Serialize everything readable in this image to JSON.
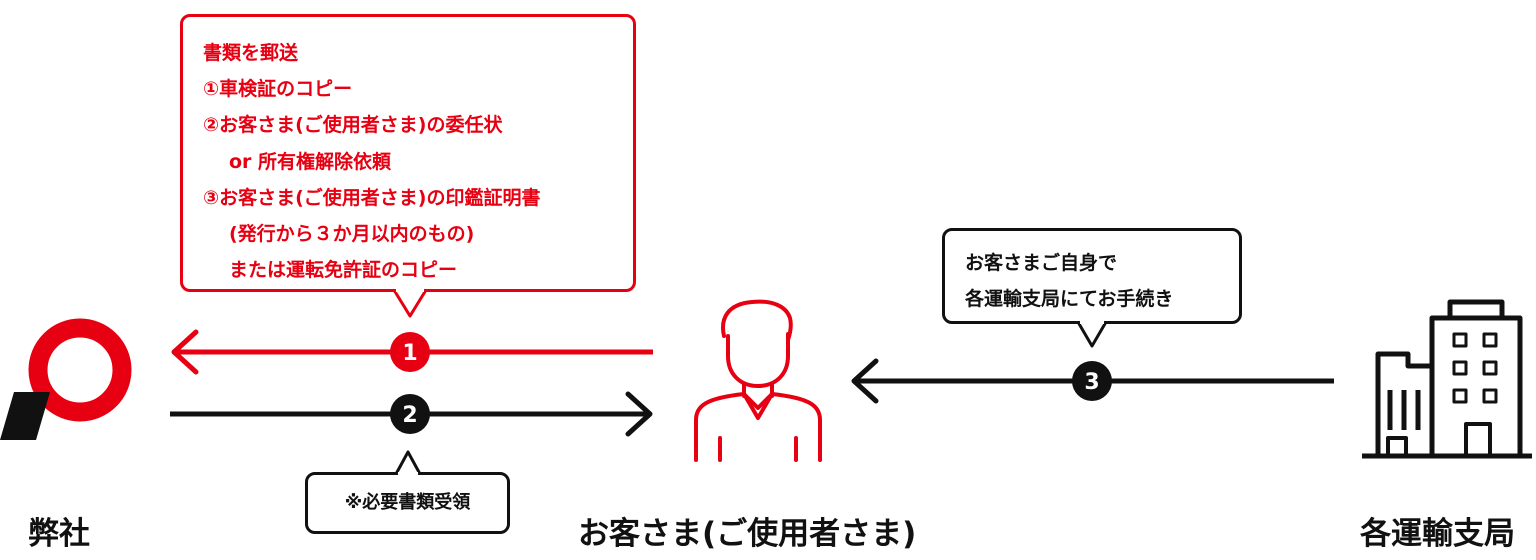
{
  "company": {
    "label": "弊社"
  },
  "customer": {
    "label": "お客さま(ご使用者さま)"
  },
  "bureau": {
    "label": "各運輸支局"
  },
  "callout_send": {
    "lines": [
      "書類を郵送",
      "①車検証のコピー",
      "②お客さま(ご使用者さま)の委任状",
      "or 所有権解除依頼",
      "③お客さま(ご使用者さま)の印鑑証明書",
      "(発行から３か月以内のもの)",
      "または運転免許証のコピー"
    ]
  },
  "callout_receive": {
    "text": "※必要書類受領"
  },
  "callout_procedure": {
    "lines": [
      "お客さまご自身で",
      "各運輸支局にてお手続き"
    ]
  },
  "steps": [
    {
      "number": "1",
      "color": "#e60012"
    },
    {
      "number": "2",
      "color": "#111111"
    },
    {
      "number": "3",
      "color": "#111111"
    }
  ],
  "colors": {
    "accent": "#e60012",
    "ink": "#111111"
  },
  "icons": [
    "company-logo-icon",
    "person-icon",
    "building-icon"
  ]
}
